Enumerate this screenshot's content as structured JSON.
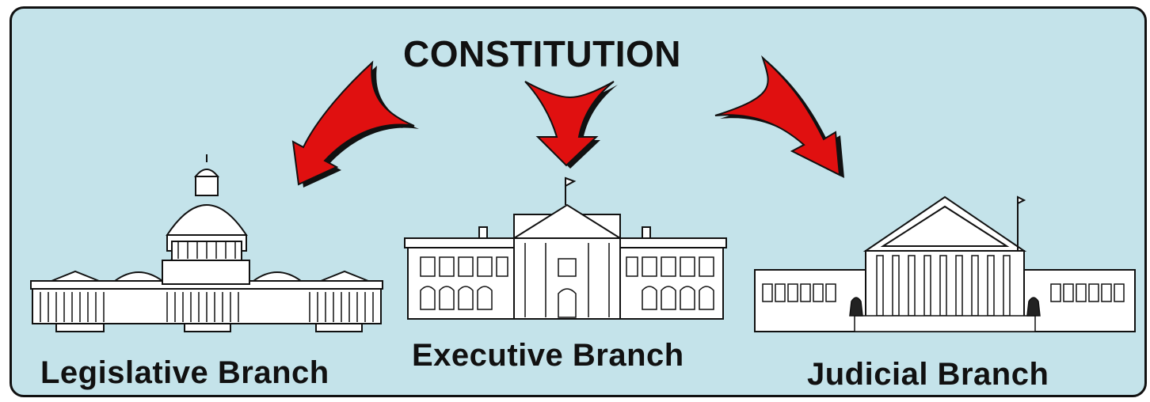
{
  "title": "CONSTITUTION",
  "branches": [
    {
      "label": "Legislative Branch",
      "icon": "capitol-building-icon"
    },
    {
      "label": "Executive Branch",
      "icon": "white-house-icon"
    },
    {
      "label": "Judicial Branch",
      "icon": "supreme-court-icon"
    }
  ],
  "colors": {
    "background": "#c4e3ea",
    "arrow": "#e01010",
    "building_fill": "#ffffff",
    "outline": "#111111"
  }
}
